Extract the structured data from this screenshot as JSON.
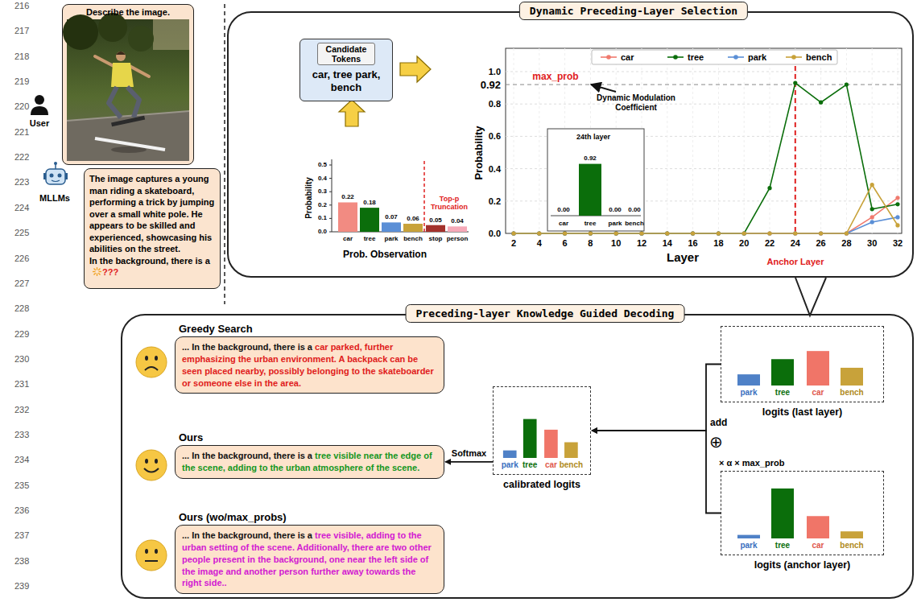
{
  "diagram": {
    "nodes": [
      {
        "text": [
          "Describe the image."
        ]
      },
      {
        "text": [
          "The image captures a young man riding a skateboard, performing a trick by jumping over a small white pole. He appears to be skilled and experienced, showcasing his abilities on the street.",
          "In the background, there is a",
          "???"
        ]
      },
      {
        "text": [
          "Dynamic Preceding-Layer Selection"
        ]
      },
      {
        "text": [
          "Candidate Tokens",
          "car, tree park, bench"
        ],
        "in": 2
      },
      {
        "text": [
          "Preceding-layer Knowledge Guided Decoding"
        ]
      },
      {
        "text": [
          "Greedy Search",
          "... In the background, there is a",
          "car parked, further emphasizing the urban environment. A backpack can be seen placed nearby, possibly belonging to the skateboarder or someone else in the area."
        ],
        "in": 4
      },
      {
        "text": [
          "Ours",
          "... In the background, there is a",
          "tree visible near the edge of the scene, adding to the urban atmosphere of the scene."
        ],
        "in": 4
      },
      {
        "text": [
          "Ours (wo/max_probs)",
          "... In the background, there is a",
          "tree visible, adding to the urban setting of the scene. Additionally, there are two other people present in the background, one near the left side of the image and another person further away towards the right side.."
        ],
        "in": 4
      },
      {
        "text": [
          "park",
          "tree",
          "car",
          "bench",
          "calibrated logits"
        ],
        "in": 4
      },
      {
        "text": [
          "park",
          "tree",
          "car",
          "bench",
          "logits (last layer)"
        ],
        "in": 4
      },
      {
        "text": [
          "park",
          "tree",
          "car",
          "bench",
          "logits (anchor layer)"
        ],
        "in": 4
      }
    ],
    "edges": [
      {
        "from": 9,
        "to": 8,
        "arrow": "to"
      },
      {
        "from": 10,
        "to": 8,
        "arrow": "to"
      },
      {
        "from": 8,
        "to": 6,
        "label": "Softmax",
        "arrow": "to"
      }
    ],
    "labels": [
      "216",
      "217",
      "218",
      "219",
      "220",
      "221",
      "222",
      "223",
      "224",
      "225",
      "226",
      "227",
      "228",
      "229",
      "230",
      "231",
      "232",
      "233",
      "234",
      "235",
      "236",
      "237",
      "238",
      "239",
      "User",
      "MLLMs",
      "0.5",
      "0.4",
      "0.3",
      "0.2",
      "0.1",
      "0.0",
      "Probability",
      "0.22",
      "0.18",
      "0.07",
      "0.06",
      "0.05",
      "0.04",
      "car",
      "tree",
      "park",
      "bench",
      "stop",
      "person",
      "Top-p Truncation",
      "Prob. Observation",
      "1.0",
      "0.92",
      "0.8",
      "0.6",
      "0.4",
      "0.2",
      "0.0",
      "max_prob",
      "Dynamic Modulation Coefficient",
      "Probability",
      "2",
      "4",
      "6",
      "8",
      "10",
      "12",
      "14",
      "16",
      "18",
      "20",
      "22",
      "24",
      "26",
      "28",
      "30",
      "32",
      "Layer",
      "Anchor Layer",
      "24th layer",
      "0.00",
      "0.92",
      "0.00",
      "0.00",
      "car",
      "tree",
      "park",
      "bench",
      "add",
      "⊕",
      "× α × max_prob"
    ],
    "legend": [
      {
        "text": "car"
      },
      {
        "text": "tree"
      },
      {
        "text": "park"
      },
      {
        "text": "bench"
      }
    ]
  }
}
